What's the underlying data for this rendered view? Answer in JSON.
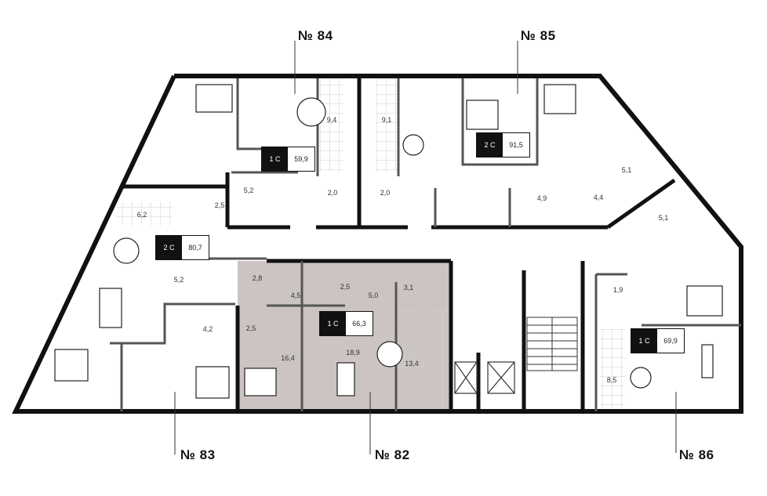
{
  "apartments": [
    {
      "number": "№ 84",
      "type": "1 С",
      "area": "59,9"
    },
    {
      "number": "№ 85",
      "type": "2 С",
      "area": "91,5"
    },
    {
      "number": "№ 83",
      "type": "2 С",
      "area": "80,7"
    },
    {
      "number": "№ 82",
      "type": "1 С",
      "area": "66,3"
    },
    {
      "number": "№ 86",
      "type": "1 С",
      "area": "69,9"
    }
  ],
  "rooms": [
    "9,4",
    "9,1",
    "2,0",
    "2,0",
    "5,2",
    "2,5",
    "6,2",
    "5,2",
    "2,8",
    "4,2",
    "2,5",
    "4,5",
    "2,5",
    "5,0",
    "3,1",
    "16,4",
    "18,9",
    "13,4",
    "4,9",
    "4,4",
    "5,1",
    "5,1",
    "1,9",
    "8,5"
  ],
  "colors": {
    "highlight": "#cbc4c2",
    "wall": "#111111",
    "partition": "#555555",
    "tile": "#e6e6e6"
  }
}
